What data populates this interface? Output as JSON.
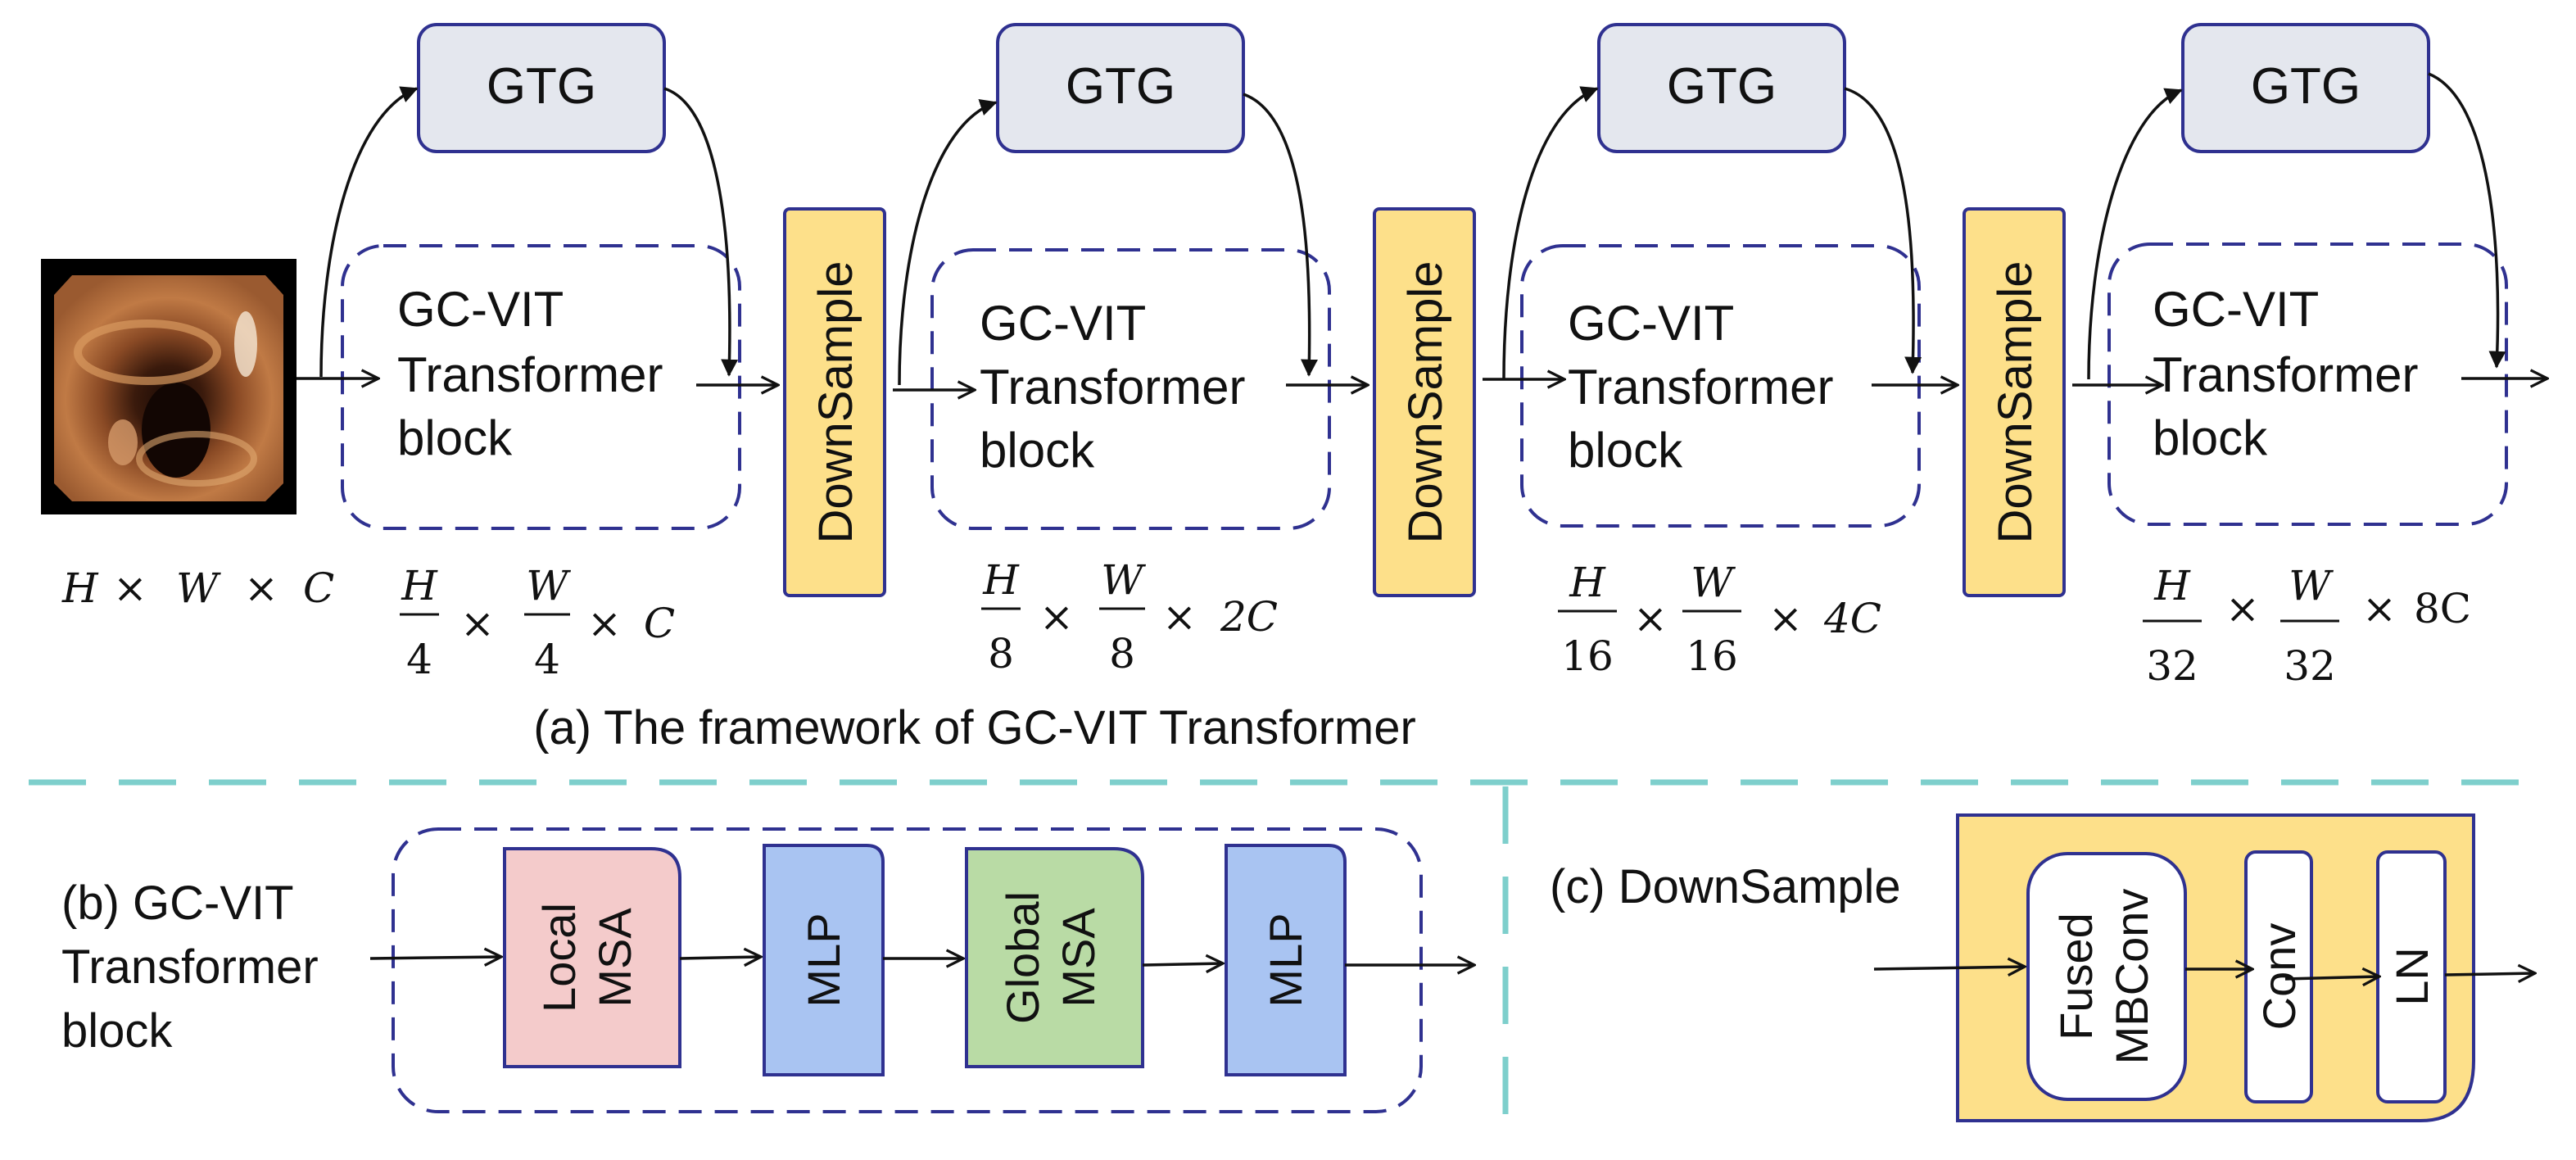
{
  "colors": {
    "border": "#2f3190",
    "gtg_fill": "#e4e7ee",
    "downsample_fill": "#fde08a",
    "local_msa_fill": "#f4cbcb",
    "mlp_fill": "#a9c4f2",
    "global_msa_fill": "#b9dba5",
    "separator": "#7ecfcc"
  },
  "framework": {
    "caption": "(a) The framework of GC-VIT Transformer",
    "input_image_label": "colonoscopy-image",
    "input_dims": {
      "h": "H",
      "x1": "×",
      "w": "W",
      "x2": "×",
      "c": "C"
    },
    "gtg_label": "GTG",
    "downsample_label": "DownSample",
    "block_lines": [
      "GC-VIT",
      "Transformer",
      "block"
    ],
    "stages": [
      {
        "h_num": "H",
        "h_den": "4",
        "w_num": "W",
        "w_den": "4",
        "times": "×",
        "channels": "C"
      },
      {
        "h_num": "H",
        "h_den": "8",
        "w_num": "W",
        "w_den": "8",
        "times": "×",
        "channels": "2C"
      },
      {
        "h_num": "H",
        "h_den": "16",
        "w_num": "W",
        "w_den": "16",
        "times": "×",
        "channels": "4C"
      },
      {
        "h_num": "H",
        "h_den": "32",
        "w_num": "W",
        "w_den": "32",
        "times": "×",
        "channels": "8C"
      }
    ]
  },
  "block_detail": {
    "title_lines": [
      "(b) GC-VIT",
      "Transformer",
      "block"
    ],
    "local_msa": [
      "Local",
      "MSA"
    ],
    "mlp": "MLP",
    "global_msa": [
      "Global",
      "MSA"
    ]
  },
  "downsample_detail": {
    "title": "(c) DownSample",
    "fused": [
      "Fused",
      "MBConv"
    ],
    "conv": "Conv",
    "ln": "LN"
  }
}
